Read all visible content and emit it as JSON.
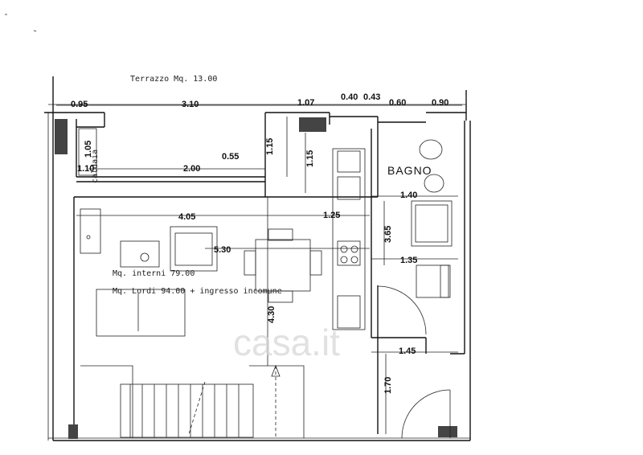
{
  "plan": {
    "terrace_label": "Terrazzo Mq. 13.00",
    "room_bathroom": "BAGNO",
    "boiler_label": "caldaia",
    "area_internal": "Mq. interni 79.00",
    "area_gross": "Mq. Lordi   94.00 + ingresso incomune",
    "watermark": "casa.it"
  },
  "dimensions": {
    "top_095": "0.95",
    "top_310": "3.10",
    "top_107": "1.07",
    "top_040": "0.40",
    "top_043": "0.43",
    "top_060": "0.60",
    "top_090": "0.90",
    "v_105": "1.05",
    "h_110": "1.10",
    "h_200": "2.00",
    "h_055": "0.55",
    "v_115a": "1.15",
    "v_115b": "1.15",
    "h_140": "1.40",
    "h_405": "4.05",
    "h_125": "1.25",
    "v_365": "3.65",
    "h_530": "5.30",
    "h_135": "1.35",
    "v_430": "4.30",
    "h_145": "1.45",
    "v_170": "1.70"
  }
}
